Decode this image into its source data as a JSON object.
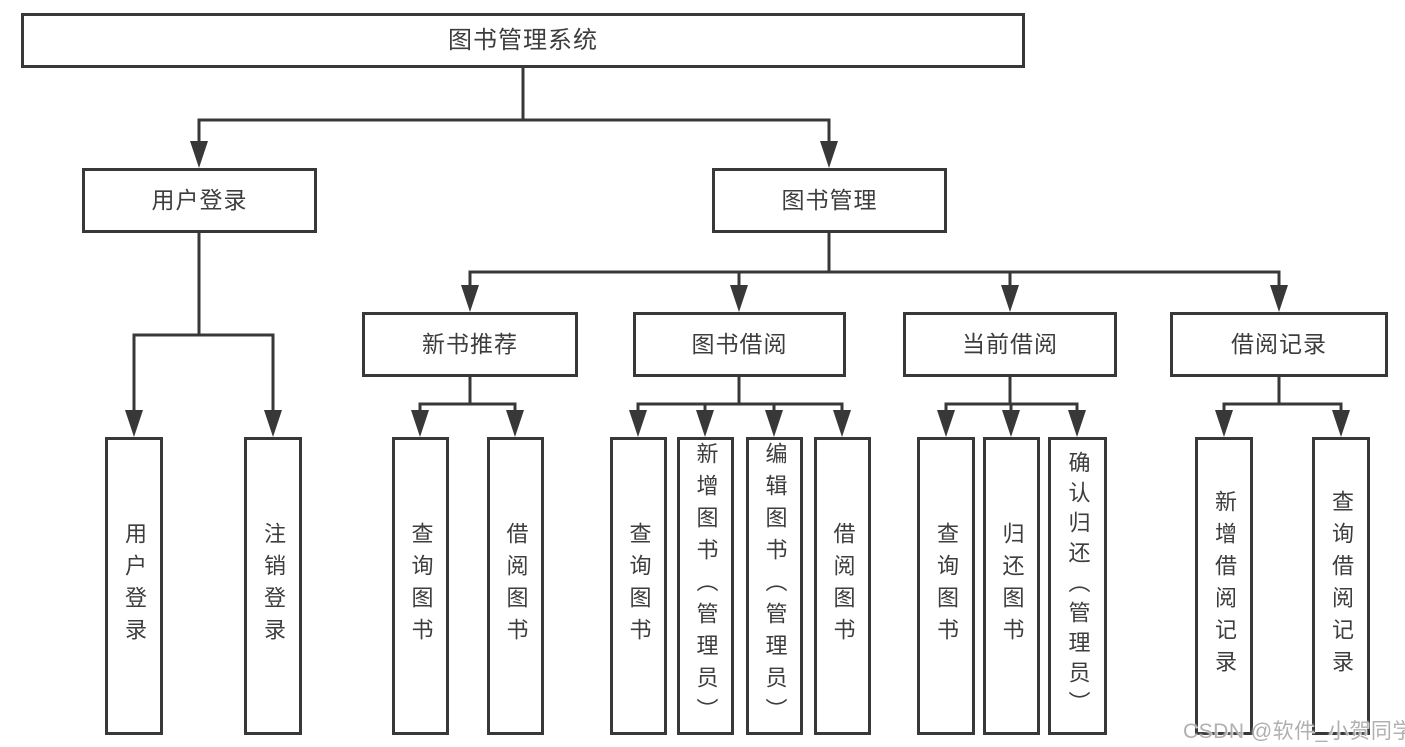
{
  "nodes": {
    "root": "图书管理系统",
    "user_login": "用户登录",
    "book_mgmt": "图书管理",
    "new_book_rec": "新书推荐",
    "book_borrow": "图书借阅",
    "current_borrow": "当前借阅",
    "borrow_records": "借阅记录",
    "ul_user_login": "用户登录",
    "ul_logout": "注销登录",
    "rec_query_book": "查询图书",
    "rec_borrow_book": "借阅图书",
    "bb_query_book": "查询图书",
    "bb_add_book": "新增图书（管理员）",
    "bb_edit_book": "编辑图书（管理员）",
    "bb_borrow_book": "借阅图书",
    "cb_query_book": "查询图书",
    "cb_return_book": "归还图书",
    "cb_confirm_return": "确认归还（管理员）",
    "br_add_record": "新增借阅记录",
    "br_query_record": "查询借阅记录"
  },
  "watermark": "CSDN @软件_小贺同学",
  "colors": {
    "line": "#383838",
    "text": "#3d3d3d",
    "watermark": "#b0b0b0",
    "background": "#ffffff"
  }
}
